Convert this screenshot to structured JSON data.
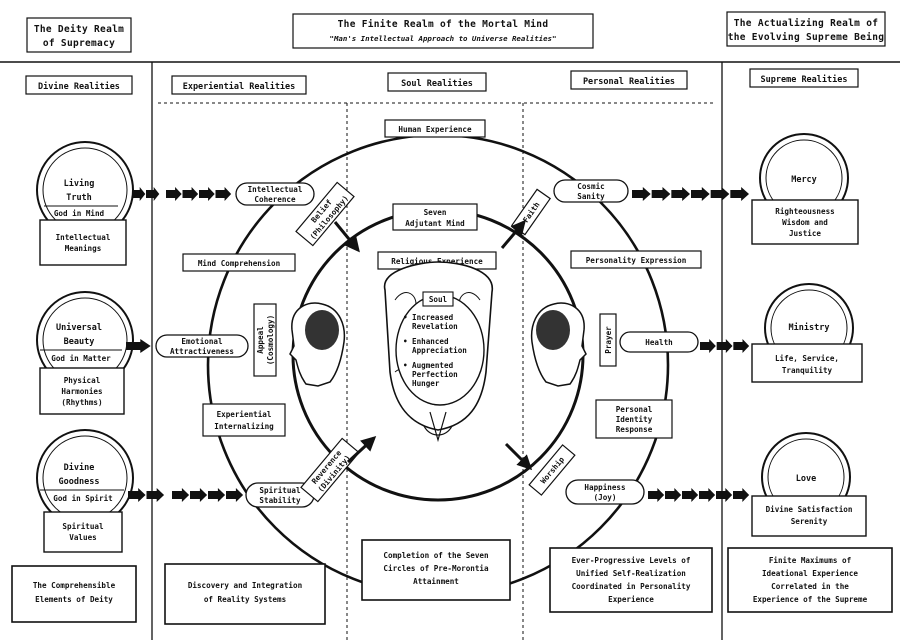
{
  "header": {
    "deity_realm": [
      "The Deity Realm",
      "of Supremacy"
    ],
    "finite_title": "The Finite Realm of the Mortal Mind",
    "finite_subtitle": "\"Man's Intellectual Approach to Universe Realities\"",
    "actualizing": [
      "The Actualizing Realm of",
      "the Evolving Supreme Being"
    ]
  },
  "columns": {
    "divine": "Divine Realities",
    "experiential": "Experiential Realities",
    "soul": "Soul Realities",
    "personal": "Personal Realities",
    "supreme": "Supreme Realities"
  },
  "divine_realities": [
    {
      "title": [
        "Living",
        "Truth"
      ],
      "sub": "God in Mind",
      "box": [
        "Intellectual",
        "Meanings"
      ]
    },
    {
      "title": [
        "Universal",
        "Beauty"
      ],
      "sub": "God in Matter",
      "box": [
        "Physical",
        "Harmonies",
        "(Rhythms)"
      ]
    },
    {
      "title": [
        "Divine",
        "Goodness"
      ],
      "sub": "God in Spirit",
      "box": [
        "Spiritual",
        "Values"
      ]
    }
  ],
  "supreme_realities": [
    {
      "title": "Mercy",
      "box": [
        "Righteousness",
        "Wisdom and",
        "Justice"
      ]
    },
    {
      "title": "Ministry",
      "box": [
        "Life, Service,",
        "Tranquility"
      ]
    },
    {
      "title": "Love",
      "box": [
        "Divine Satisfaction",
        "Serenity"
      ]
    }
  ],
  "circle_labels": {
    "human_experience": "Human Experience",
    "seven_adjutant": [
      "Seven",
      "Adjutant Mind"
    ],
    "religious_experience": "Religious Experience",
    "soul": "Soul",
    "soul_points": [
      [
        "Increased",
        "Revelation"
      ],
      [
        "Enhanced",
        "Appreciation"
      ],
      [
        "Augmented",
        "Perfection",
        "Hunger"
      ]
    ],
    "mind_comprehension": "Mind Comprehension",
    "personality_expression": "Personality Expression",
    "experiential_internalizing": [
      "Experiential",
      "Internalizing"
    ],
    "personal_identity": [
      "Personal",
      "Identity",
      "Response"
    ]
  },
  "flow_nodes": {
    "intellectual_coherence": [
      "Intellectual",
      "Coherence"
    ],
    "belief": [
      "Belief",
      "(Philosophy)"
    ],
    "emotional_attractiveness": [
      "Emotional",
      "Attractiveness"
    ],
    "appeal": [
      "Appeal",
      "(Cosmology)"
    ],
    "spiritual_stability": [
      "Spiritual",
      "Stability"
    ],
    "reverence": [
      "Reverence",
      "(Divinity)"
    ],
    "cosmic_sanity": [
      "Cosmic",
      "Sanity"
    ],
    "faith": "Faith",
    "health": "Health",
    "prayer": "Prayer",
    "happiness": [
      "Happiness",
      "(Joy)"
    ],
    "worship": "Worship"
  },
  "bottom_boxes": {
    "deity": [
      "The Comprehensible",
      "Elements of Deity"
    ],
    "discovery": [
      "Discovery and Integration",
      "of Reality Systems"
    ],
    "completion": [
      "Completion of the Seven",
      "Circles of Pre-Morontia",
      "Attainment"
    ],
    "ever_progressive": [
      "Ever-Progressive Levels of",
      "Unified Self-Realization",
      "Coordinated in Personality",
      "Experience"
    ],
    "finite_maximums": [
      "Finite Maximums of",
      "Ideational Experience",
      "Correlated in the",
      "Experience of the Supreme"
    ]
  }
}
